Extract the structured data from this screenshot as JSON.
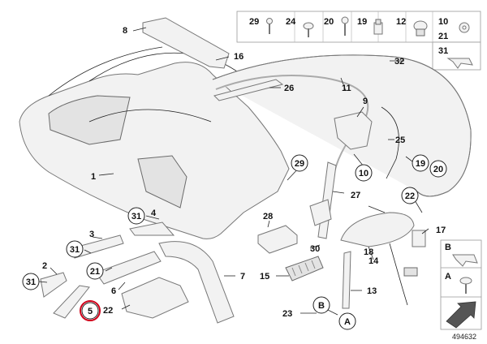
{
  "callouts": {
    "c1": "1",
    "c2": "2",
    "c3": "3",
    "c4": "4",
    "c5": "5",
    "c6": "6",
    "c7": "7",
    "c8": "8",
    "c9": "9",
    "c10": "10",
    "c11": "11",
    "c13": "13",
    "c14": "14",
    "c15": "15",
    "c16": "16",
    "c17": "17",
    "c18": "18",
    "c20": "20",
    "c21": "21",
    "c22": "22",
    "c23": "23",
    "c25": "25",
    "c26": "26",
    "c27": "27",
    "c28": "28",
    "c29": "29",
    "c30": "30",
    "c31": "31",
    "c32": "32",
    "c19": "19"
  },
  "top_parts": {
    "p29": "29",
    "p24": "24",
    "p20": "20",
    "p19": "19",
    "p12": "12",
    "p10": "10",
    "p21": "21",
    "p31": "31"
  },
  "legend": {
    "b": "B",
    "a": "A"
  },
  "markers": {
    "b": "B",
    "a": "A"
  },
  "diagram_number": "494632",
  "highlight": {
    "color": "#d0021b",
    "target": "5"
  }
}
